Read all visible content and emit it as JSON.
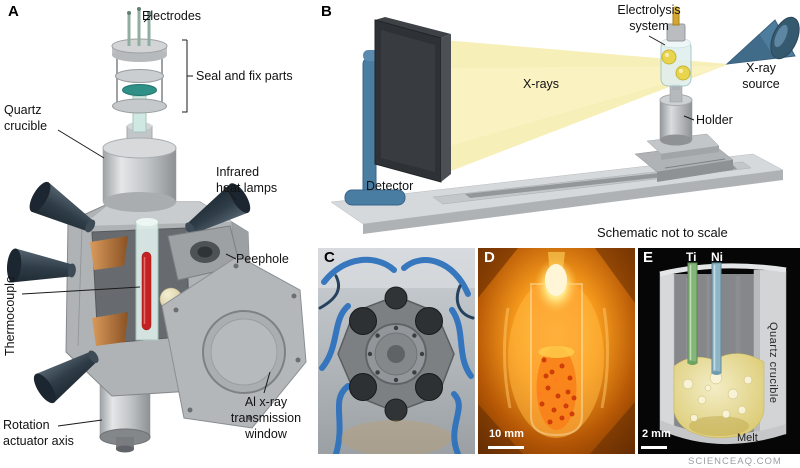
{
  "watermark": "SCIENCEAQ.COM",
  "panel_a": {
    "label": "A",
    "electrodes": "Electrodes",
    "seal_fix_parts": "Seal and fix parts",
    "quartz_crucible": "Quartz\ncrucible",
    "infrared_heat_lamps": "Infrared\nheat lamps",
    "peephole": "Peephole",
    "thermocouple": "Thermocouple",
    "al_window": "Al x-ray\ntransmission\nwindow",
    "rotation_actuator": "Rotation\nactuator axis"
  },
  "panel_b": {
    "label": "B",
    "electrolysis_system": "Electrolysis\nsystem",
    "xrays": "X-rays",
    "xray_source": "X-ray\nsource",
    "detector": "Detector",
    "holder": "Holder",
    "note": "Schematic not to scale"
  },
  "panel_c": {
    "label": "C"
  },
  "panel_d": {
    "label": "D",
    "scale_bar": "10 mm"
  },
  "panel_e": {
    "label": "E",
    "ti": "Ti",
    "ni": "Ni",
    "quartz_crucible": "Quartz crucible",
    "melt": "Melt",
    "scale_bar": "2 mm"
  }
}
